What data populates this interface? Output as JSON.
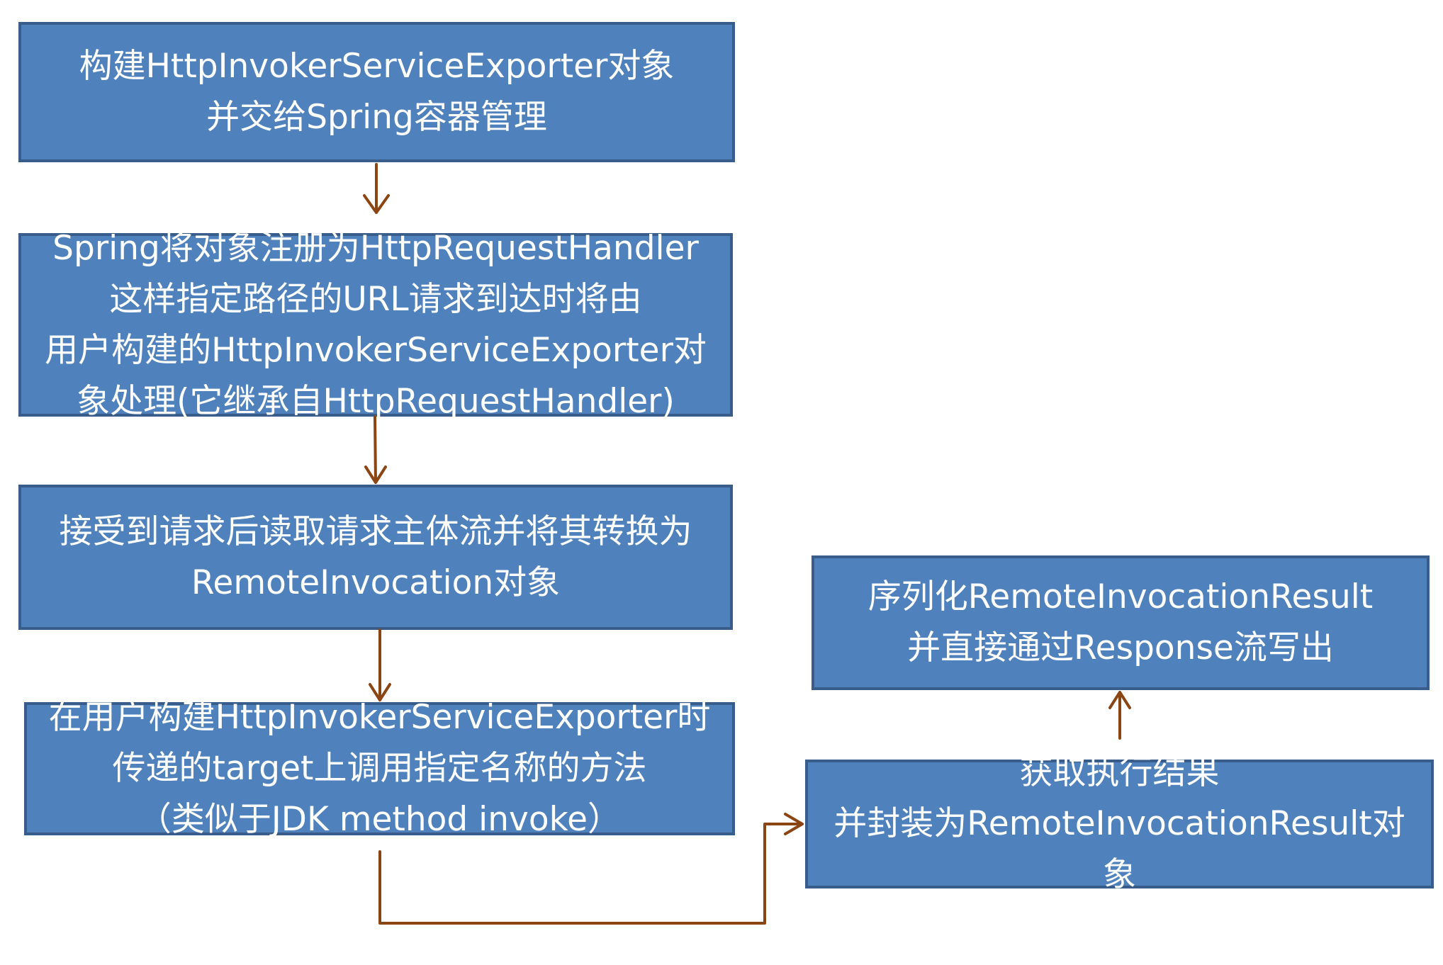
{
  "colors": {
    "box_fill": "#4f81bd",
    "box_border": "#385d8a",
    "box_text": "#ffffff",
    "arrow": "#8b4513"
  },
  "boxes": [
    {
      "id": "create-exporter",
      "lines": [
        "构建HttpInvokerServiceExporter对象",
        "并交给Spring容器管理"
      ]
    },
    {
      "id": "register-handler",
      "lines": [
        "Spring将对象注册为HttpRequestHandler",
        "这样指定路径的URL请求到达时将由",
        "用户构建的HttpInvokerServiceExporter对",
        "象处理(它继承自HttpRequestHandler)"
      ]
    },
    {
      "id": "read-request",
      "lines": [
        "接受到请求后读取请求主体流并将其转换为",
        "RemoteInvocation对象"
      ]
    },
    {
      "id": "invoke-method",
      "lines": [
        "在用户构建HttpInvokerServiceExporter时",
        "传递的target上调用指定名称的方法",
        "（类似于JDK method invoke）"
      ]
    },
    {
      "id": "wrap-result",
      "lines": [
        "获取执行结果",
        "并封装为RemoteInvocationResult对",
        "象"
      ]
    },
    {
      "id": "serialize-result",
      "lines": [
        "序列化RemoteInvocationResult",
        "并直接通过Response流写出"
      ]
    }
  ]
}
